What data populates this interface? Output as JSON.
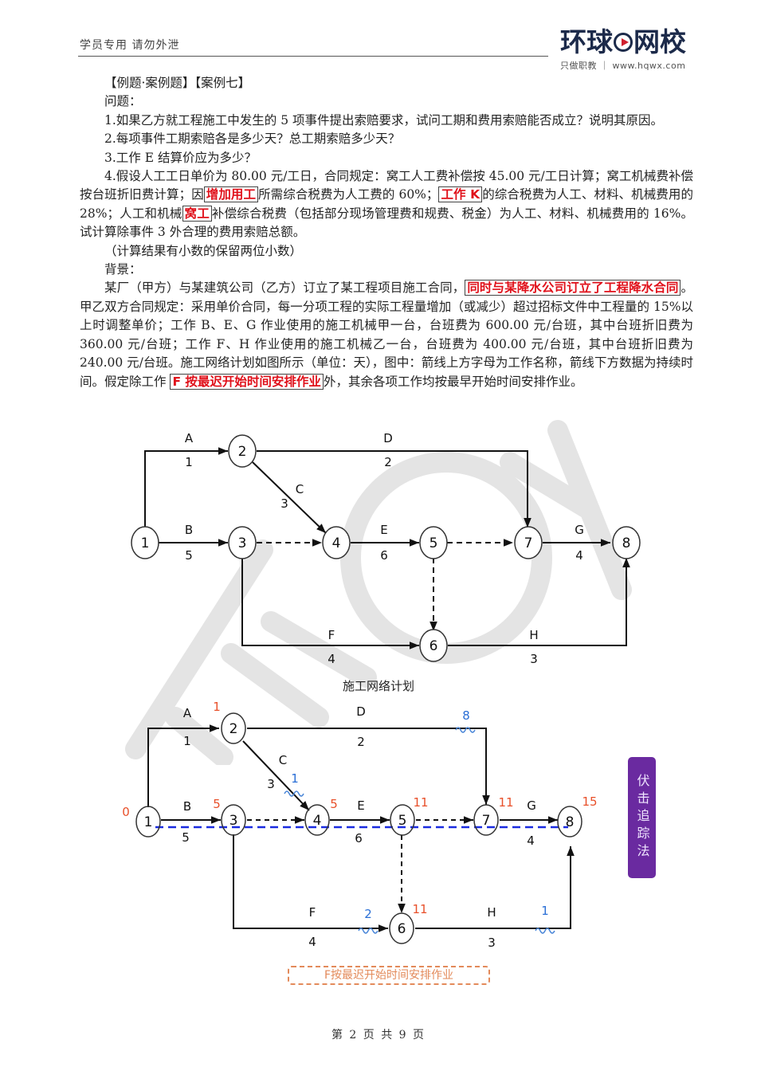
{
  "header": {
    "notice": "学员专用 请勿外泄",
    "logo": {
      "name_left": "环球",
      "name_right": "网校",
      "tagline": "只做职教 ｜ www.hqwx.com"
    }
  },
  "document": {
    "title": "【例题·案例题】【案例七】",
    "questions_label": "问题：",
    "q1": "1.如果乙方就工程施工中发生的 5 项事件提出索赔要求，试问工期和费用索赔能否成立？说明其原因。",
    "q2": "2.每项事件工期索赔各是多少天？总工期索赔多少天？",
    "q3": "3.工作 E 结算价应为多少？",
    "q4": {
      "part1": "4.假设人工工日单价为 80.00 元/工日，合同规定：窝工人工费补偿按 45.00 元/工日计算；窝工机械费补偿按台班折旧费计算；因",
      "hl1": "增加用工",
      "part2": "所需综合税费为人工费的 60%；",
      "hl2": "工作 K",
      "part3": "的综合税费为人工、材料、机械费用的 28%；人工和机械",
      "hl3": "窝工",
      "part4": "补偿综合税费（包括部分现场管理费和规费、税金）为人工、材料、机械费用的 16%。试计算除事件 3 外合理的费用索赔总额。"
    },
    "note": "（计算结果有小数的保留两位小数）",
    "background_label": "背景：",
    "background": {
      "part1": "某厂（甲方）与某建筑公司（乙方）订立了某工程项目施工合同，",
      "hl1": "同时与某降水公司订立了工程降水合同",
      "part2": "。甲乙双方合同规定：采用单价合同，每一分项工程的实际工程量增加（或减少）超过招标文件中工程量的 15%以上时调整单价；工作 B、E、G 作业使用的施工机械甲一台，台班费为 600.00 元/台班，其中台班折旧费为 360.00 元/台班；工作 F、H 作业使用的施工机械乙一台，台班费为 400.00 元/台班，其中台班折旧费为 240.00 元/台班。施工网络计划如图所示（单位：天），图中：箭线上方字母为工作名称，箭线下方数据为持续时间。假定除工作 ",
      "hl2": "F 按最迟开始时间安排作业",
      "part3": "外，其余各项工作均按最早开始时间安排作业。"
    }
  },
  "diagram1": {
    "caption": "施工网络计划",
    "nodes": [
      "1",
      "2",
      "3",
      "4",
      "5",
      "6",
      "7",
      "8"
    ],
    "activities": [
      {
        "name": "A",
        "duration": "1"
      },
      {
        "name": "B",
        "duration": "5"
      },
      {
        "name": "C",
        "duration": "3"
      },
      {
        "name": "D",
        "duration": "2"
      },
      {
        "name": "E",
        "duration": "6"
      },
      {
        "name": "F",
        "duration": "4"
      },
      {
        "name": "G",
        "duration": "4"
      },
      {
        "name": "H",
        "duration": "3"
      }
    ]
  },
  "diagram2": {
    "earliest_times": {
      "n1": "0",
      "n2": "1",
      "n3": "5",
      "n4": "5",
      "n5": "11",
      "n6": "11",
      "n7": "11",
      "n8": "15"
    },
    "free_floats": {
      "C": "1",
      "D": "8",
      "F": "2",
      "H": "1"
    },
    "side_tag": "伏击追踪法",
    "note": "F按最迟开始时间安排作业",
    "colors": {
      "earliest": "#e8502a",
      "float": "#2a6fd6",
      "critical_line": "#1a2be0",
      "tag_bg": "#6a2aa0",
      "note": "#e38a5a"
    }
  },
  "footer": {
    "page_text": "第 2 页 共 9 页"
  }
}
